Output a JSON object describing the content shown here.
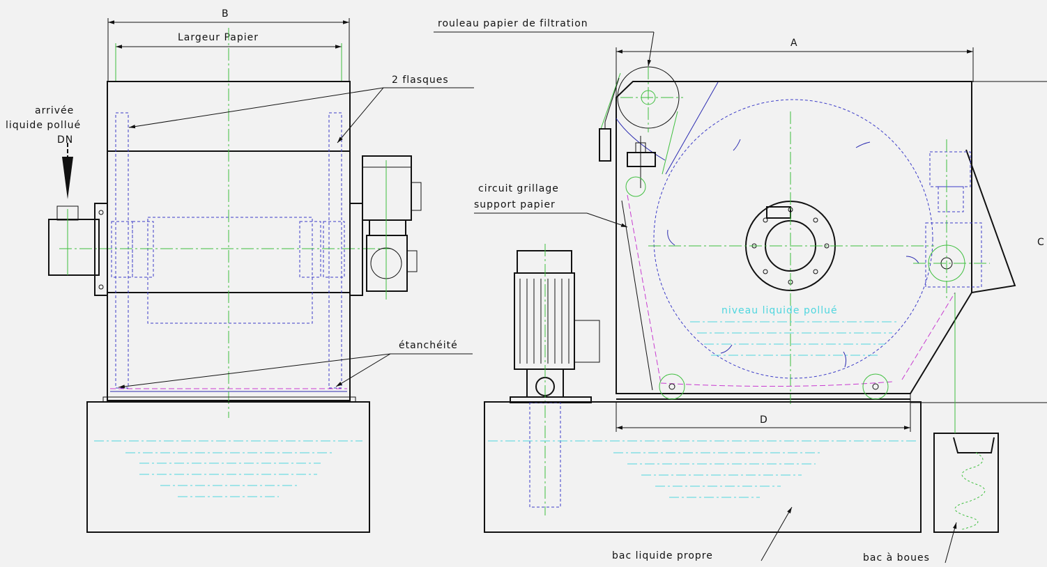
{
  "front_view": {
    "dim_b": "B",
    "dim_largeur_papier": "Largeur Papier",
    "label_flasques": "2 flasques",
    "label_arrivee_line1": "arrivée",
    "label_arrivee_line2": "liquide pollué",
    "label_arrivee_line3": "DN",
    "label_etancheite": "étanchéité"
  },
  "side_view": {
    "label_rouleau": "rouleau papier de filtration",
    "dim_a": "A",
    "label_circuit_line1": "circuit grillage",
    "label_circuit_line2": "support papier",
    "label_niveau": "niveau liquide pollué",
    "dim_c": "C",
    "dim_d": "D",
    "label_bac_propre": "bac liquide propre",
    "label_bac_boues": "bac à boues"
  },
  "colors": {
    "outline": "#111111",
    "hidden": "#3c3cc8",
    "centerline": "#3fbf3f",
    "liquid": "#4fd6df",
    "belt": "#c83ad0",
    "background": "#f2f2f2"
  }
}
